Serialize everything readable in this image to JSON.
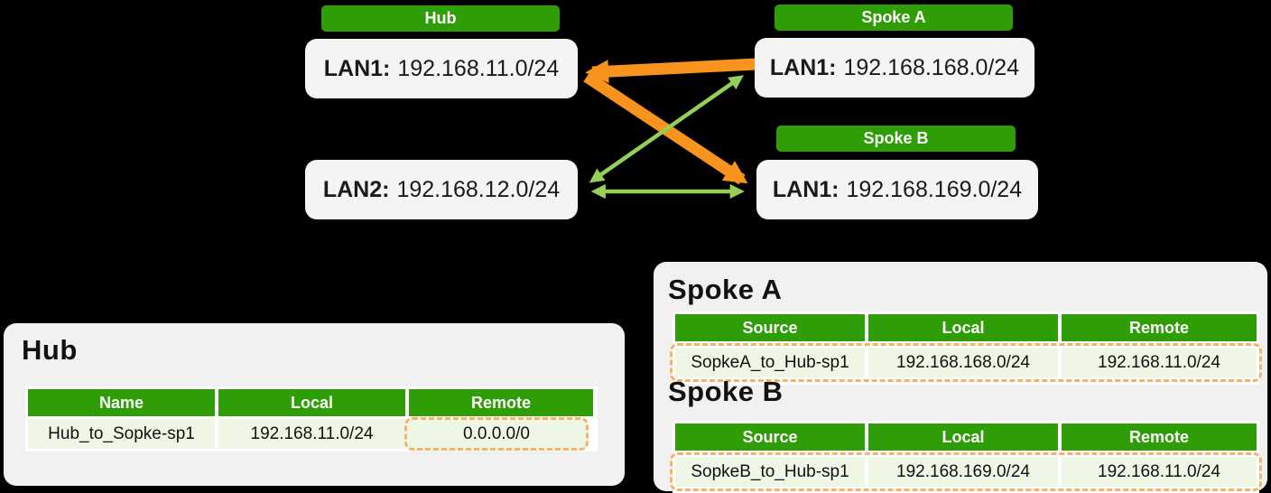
{
  "colors": {
    "background": "#000000",
    "green": "#2f9e06",
    "green-arrow": "#93d055",
    "orange": "#f8941d",
    "dashed-orange": "#f4b26a",
    "row-green": "#eef7e6",
    "node-bg": "#f4f4f4",
    "card-bg": "#f1f1f1"
  },
  "topology": {
    "hub": {
      "badge": "Hub",
      "lan1": {
        "label": "LAN1:",
        "value": "192.168.11.0/24"
      },
      "lan2": {
        "label": "LAN2:",
        "value": "192.168.12.0/24"
      }
    },
    "spoke_a": {
      "badge": "Spoke A",
      "lan1": {
        "label": "LAN1:",
        "value": "192.168.168.0/24"
      }
    },
    "spoke_b": {
      "badge": "Spoke B",
      "lan1": {
        "label": "LAN1:",
        "value": "192.168.169.0/24"
      }
    },
    "connections": [
      {
        "from": "Spoke A LAN1",
        "to": "Hub LAN1",
        "style": "thick-arrow",
        "color": "#f8941d"
      },
      {
        "from": "Hub LAN1",
        "to": "Spoke B LAN1",
        "style": "thick-arrow",
        "color": "#f8941d"
      },
      {
        "from": "Hub LAN2",
        "to": "Spoke A LAN1",
        "style": "thin-double-arrow",
        "color": "#93d055"
      },
      {
        "from": "Hub LAN2",
        "to": "Spoke B LAN1",
        "style": "thin-double-arrow",
        "color": "#93d055"
      }
    ]
  },
  "hub_card": {
    "title": "Hub",
    "headers": [
      "Name",
      "Local",
      "Remote"
    ],
    "rows": [
      {
        "name": "Hub_to_Sopke-sp1",
        "local": "192.168.11.0/24",
        "remote": "0.0.0.0/0"
      }
    ]
  },
  "spoke_a_card": {
    "title": "Spoke A",
    "headers": [
      "Source",
      "Local",
      "Remote"
    ],
    "rows": [
      {
        "source": "SopkeA_to_Hub-sp1",
        "local": "192.168.168.0/24",
        "remote": "192.168.11.0/24"
      }
    ]
  },
  "spoke_b_card": {
    "title": "Spoke B",
    "headers": [
      "Source",
      "Local",
      "Remote"
    ],
    "rows": [
      {
        "source": "SopkeB_to_Hub-sp1",
        "local": "192.168.169.0/24",
        "remote": "192.168.11.0/24"
      }
    ]
  }
}
